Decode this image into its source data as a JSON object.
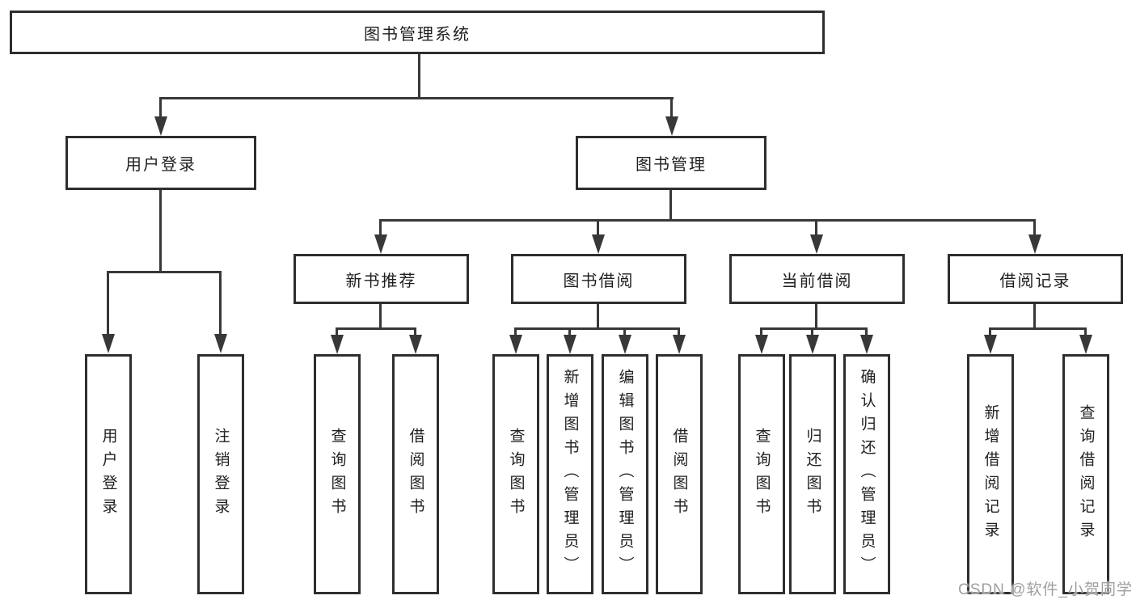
{
  "diagram": {
    "root": "图书管理系统",
    "level2": [
      "用户登录",
      "图书管理"
    ],
    "level3": [
      "新书推荐",
      "图书借阅",
      "当前借阅",
      "借阅记录"
    ],
    "leaves": {
      "login": [
        "用户登录",
        "注销登录"
      ],
      "recommend": [
        "查询图书",
        "借阅图书"
      ],
      "borrow": [
        "查询图书",
        "新增图书（管理员）",
        "编辑图书（管理员）",
        "借阅图书"
      ],
      "current": [
        "查询图书",
        "归还图书",
        "确认归还（管理员）"
      ],
      "records": [
        "新增借阅记录",
        "查询借阅记录"
      ]
    }
  },
  "watermark": "CSDN @软件_小贺同学",
  "colors": {
    "background": "#ffffff",
    "line": "#383838",
    "box_border": "#2e2e2e",
    "text": "#1f1f1f",
    "watermark": "#9f9f9f"
  }
}
